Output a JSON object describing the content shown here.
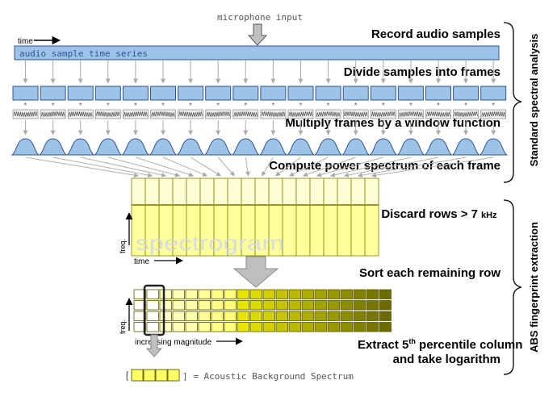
{
  "input_label": "microphone input",
  "time_axis_label": "time",
  "series_bar_label": "audio sample time series",
  "steps": {
    "record": "Record audio samples",
    "divide": "Divide samples into frames",
    "window": "Multiply frames by a window function",
    "power": "Compute power spectrum of each frame",
    "discard_main": "Discard rows > 7",
    "discard_unit": "kHz",
    "sort": "Sort each remaining row",
    "extract_line1_pre": "Extract 5",
    "extract_line1_sup": "th",
    "extract_line1_post": " percentile column",
    "extract_line2": "and take logarithm"
  },
  "section_labels": {
    "standard": "Standard spectral analysis",
    "abs": "ABS fingerprint extraction"
  },
  "spectrogram": {
    "watermark": "spectrogram",
    "freq_label": "freq.",
    "time_label": "time"
  },
  "sorted": {
    "freq_label": "freq.",
    "magnitude_label": "increasing magnitude"
  },
  "legend": {
    "open_bracket": "[",
    "close_bracket": "] = Acoustic Background Spectrum"
  },
  "window_operator": "*",
  "colors": {
    "blue_fill": "#9dc3e6",
    "blue_stroke": "#2f5597",
    "yellow_light": "#ffffcc",
    "yellow_bright": "#ffff80",
    "olive_dark": "#6b6b00",
    "gray_arrow": "#bfbfbf"
  },
  "frame_count": 18,
  "spectrogram_columns": 18,
  "sorted_grid": {
    "columns": 20,
    "rows": 4
  }
}
